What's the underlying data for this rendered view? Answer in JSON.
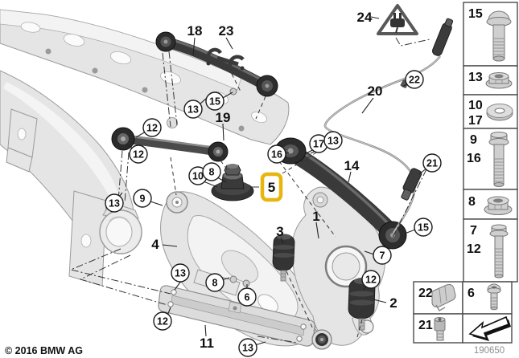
{
  "diagram": {
    "part_labels": [
      {
        "text": "18"
      },
      {
        "text": "23"
      },
      {
        "text": "24"
      },
      {
        "text": "20"
      },
      {
        "text": "19"
      },
      {
        "text": "14"
      },
      {
        "text": "1"
      },
      {
        "text": "3"
      },
      {
        "text": "4"
      },
      {
        "text": "2"
      },
      {
        "text": "11"
      }
    ],
    "callouts": [
      {
        "text": "13"
      },
      {
        "text": "15"
      },
      {
        "text": "12"
      },
      {
        "text": "12"
      },
      {
        "text": "13"
      },
      {
        "text": "9"
      },
      {
        "text": "10"
      },
      {
        "text": "8"
      },
      {
        "text": "16"
      },
      {
        "text": "17"
      },
      {
        "text": "13"
      },
      {
        "text": "22"
      },
      {
        "text": "21"
      },
      {
        "text": "15"
      },
      {
        "text": "7"
      },
      {
        "text": "12"
      },
      {
        "text": "13"
      },
      {
        "text": "8"
      },
      {
        "text": "6"
      },
      {
        "text": "12"
      },
      {
        "text": "13"
      }
    ],
    "highlight": {
      "label": "5",
      "color": "#e8b50f"
    },
    "warning_icon": "plug-in-triangle"
  },
  "sidebar": {
    "items": [
      {
        "labels": [
          "15"
        ],
        "icon": "flange-bolt"
      },
      {
        "labels": [
          "13"
        ],
        "icon": "flange-nut"
      },
      {
        "labels": [
          "10",
          "17"
        ],
        "icon": "washer"
      },
      {
        "labels": [
          "9",
          "16"
        ],
        "icon": "hex-bolt-long"
      },
      {
        "labels": [
          "8"
        ],
        "icon": "flange-nut"
      },
      {
        "labels": [
          "7",
          "12"
        ],
        "icon": "hex-bolt"
      },
      {
        "labels": [
          "6"
        ],
        "icon": "torx-screw"
      },
      {
        "labels": [
          "22"
        ],
        "icon": "retaining-clip"
      },
      {
        "labels": [
          "21"
        ],
        "icon": "socket-head-bolt"
      }
    ],
    "arrow_icon": "direction-of-travel-arrow"
  },
  "footer": {
    "copyright": "© 2016 BMW AG",
    "diagram_number": "190650"
  }
}
